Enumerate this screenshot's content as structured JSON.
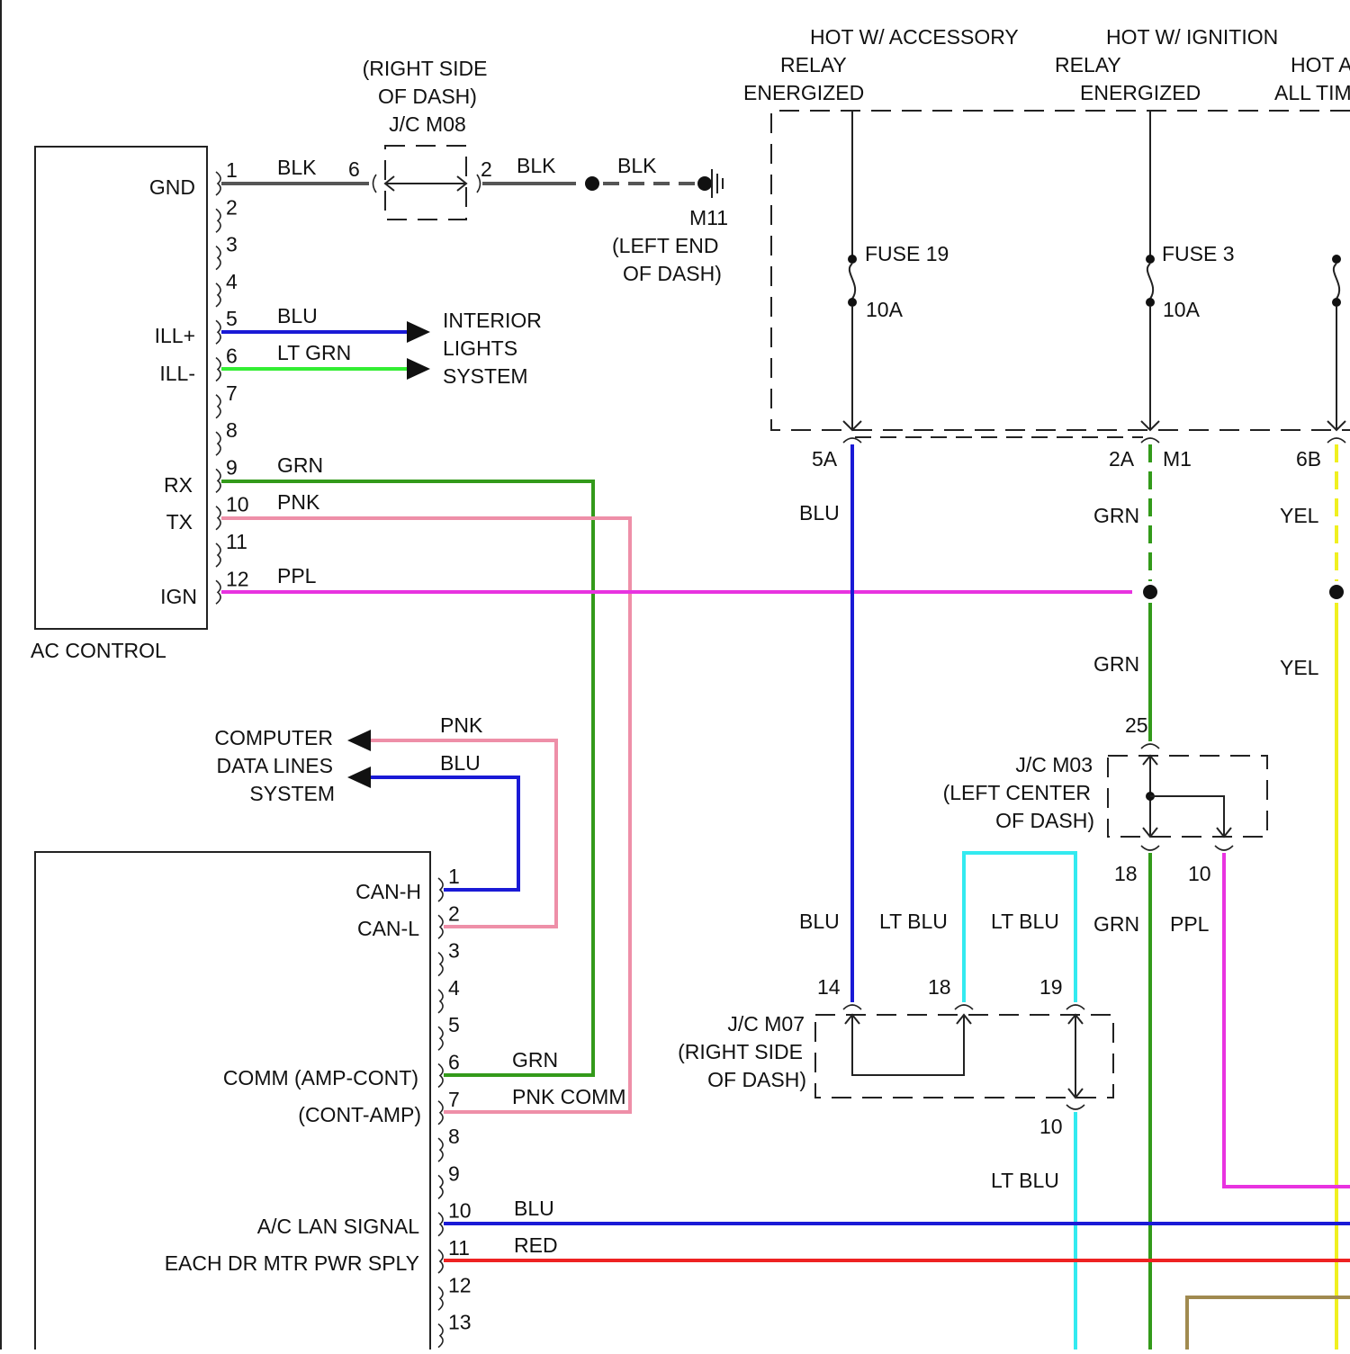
{
  "colors": {
    "BLK": "#555555",
    "BLU": "#1a1ad6",
    "LT GRN": "#33ee33",
    "GRN": "#339a1a",
    "PNK": "#ee8fa8",
    "PPL": "#e833e0",
    "LT BLU": "#33eaf0",
    "YEL": "#f0f020",
    "RED": "#ee2222",
    "TAN": "#a08a50"
  },
  "ac_control": {
    "title": "AC CONTROL",
    "pins": [
      "1",
      "2",
      "3",
      "4",
      "5",
      "6",
      "7",
      "8",
      "9",
      "10",
      "11",
      "12"
    ],
    "labels": {
      "gnd": "GND",
      "ill_plus": "ILL+",
      "ill_minus": "ILL-",
      "rx": "RX",
      "tx": "TX",
      "ign": "IGN"
    }
  },
  "amp": {
    "pins": [
      "1",
      "2",
      "3",
      "4",
      "5",
      "6",
      "7",
      "8",
      "9",
      "10",
      "11",
      "12",
      "13"
    ],
    "labels": {
      "can_h": "CAN-H",
      "can_l": "CAN-L",
      "comm": "COMM (AMP-CONT)",
      "cont_amp": "(CONT-AMP)",
      "lan": "A/C LAN SIGNAL",
      "mtr": "EACH DR MTR PWR SPLY"
    }
  },
  "jc_m08": {
    "line1": "(RIGHT SIDE",
    "line2": "OF DASH)",
    "name": "J/C M08",
    "pin_left": "6",
    "pin_right": "2"
  },
  "ground": {
    "name": "M11",
    "line1": "(LEFT END",
    "line2": "OF DASH)"
  },
  "interior": {
    "line1": "INTERIOR",
    "line2": "LIGHTS",
    "line3": "SYSTEM"
  },
  "computer": {
    "line1": "COMPUTER",
    "line2": "DATA LINES",
    "line3": "SYSTEM"
  },
  "fuse_box": {
    "acc_line1": "HOT W/ ACCESSORY",
    "acc_line2": "RELAY",
    "acc_line3": "ENERGIZED",
    "ign_line1": "HOT W/ IGNITION",
    "ign_line2": "RELAY",
    "ign_line3": "ENERGIZED",
    "hot_line1": "HOT A",
    "hot_line2": "ALL TIM",
    "fuse19": "FUSE 19",
    "fuse19_rating": "10A",
    "fuse3": "FUSE 3",
    "fuse3_rating": "10A",
    "pin_5a": "5A",
    "pin_2a": "2A",
    "connector": "M1",
    "pin_6b": "6B"
  },
  "jc_m03": {
    "name": "J/C M03",
    "line1": "(LEFT CENTER",
    "line2": "OF DASH)",
    "pin_top": "25",
    "pin_bl": "18",
    "pin_br": "10"
  },
  "jc_m07": {
    "name": "J/C M07",
    "line1": "(RIGHT SIDE",
    "line2": "OF DASH)",
    "pin_14": "14",
    "pin_18": "18",
    "pin_19": "19",
    "pin_10": "10"
  },
  "wires": {
    "gnd_1": "BLK",
    "gnd_2": "BLK",
    "gnd_3": "BLK",
    "ill_plus": "BLU",
    "ill_minus": "LT GRN",
    "rx": "GRN",
    "tx": "PNK",
    "ign": "PPL",
    "pnk_data": "PNK",
    "blu_data": "BLU",
    "amp_comm": "GRN",
    "amp_pnk": "PNK COMM",
    "lan": "BLU",
    "mtr": "RED",
    "fuse19_out": "BLU",
    "fuse3_out": "GRN",
    "fuse3_out_2": "GRN",
    "hot_out": "YEL",
    "hot_out_2": "YEL",
    "m07_blu": "BLU",
    "m07_ltblu_1": "LT BLU",
    "m07_ltblu_2": "LT BLU",
    "m03_grn": "GRN",
    "m03_ppl": "PPL",
    "m07_ltblu_out": "LT BLU"
  }
}
